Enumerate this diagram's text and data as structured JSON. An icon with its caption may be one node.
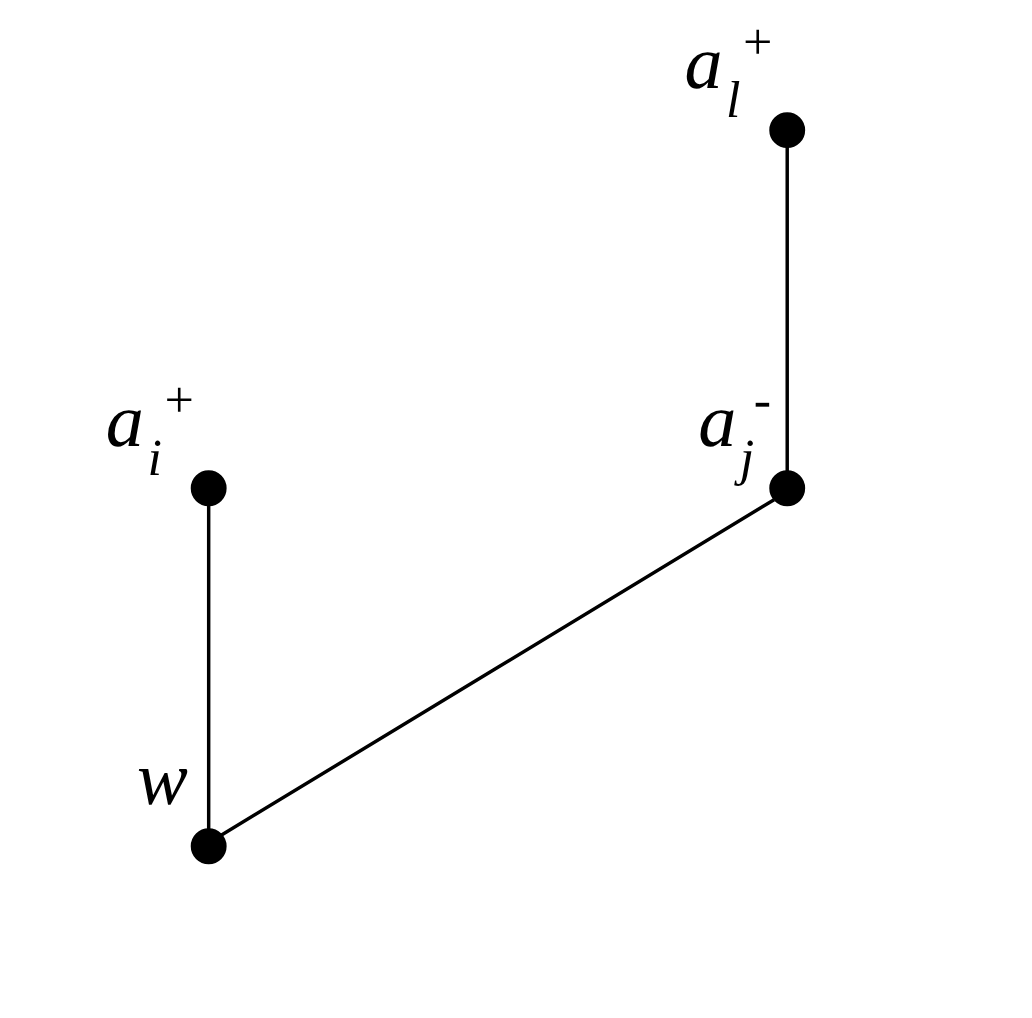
{
  "diagram": {
    "nodes": [
      {
        "text": [],
        "shape": "circle",
        "beside": [
          "a$_{l}$$^{+}$"
        ]
      },
      {
        "text": [],
        "shape": "circle",
        "beside": [
          "a$_{i}$$^{+}$"
        ]
      },
      {
        "text": [],
        "shape": "circle",
        "beside": [
          "a$_{j}$$^{-}$"
        ]
      },
      {
        "text": [],
        "shape": "circle",
        "beside": [
          "w"
        ]
      }
    ],
    "edges": [
      {
        "from": 0,
        "to": 2,
        "arrow": "none"
      },
      {
        "from": 1,
        "to": 3,
        "arrow": "none"
      },
      {
        "from": 3,
        "to": 2,
        "arrow": "none"
      }
    ]
  }
}
